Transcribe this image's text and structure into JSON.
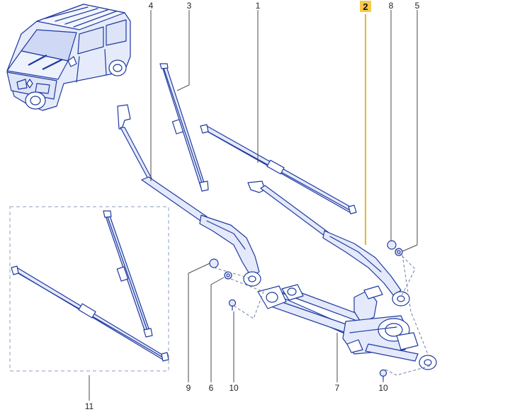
{
  "callouts": {
    "c1": "1",
    "c2": "2",
    "c3": "3",
    "c4": "4",
    "c5": "5",
    "c6": "6",
    "c7": "7",
    "c8": "8",
    "c9": "9",
    "c10a": "10",
    "c10b": "10",
    "c11": "11"
  },
  "colors": {
    "line": "#1f3aa0",
    "fill": "#e4e9fb",
    "highlight": "#f7c948",
    "leader_highlight": "#e8b825"
  },
  "highlighted_callout": "2"
}
